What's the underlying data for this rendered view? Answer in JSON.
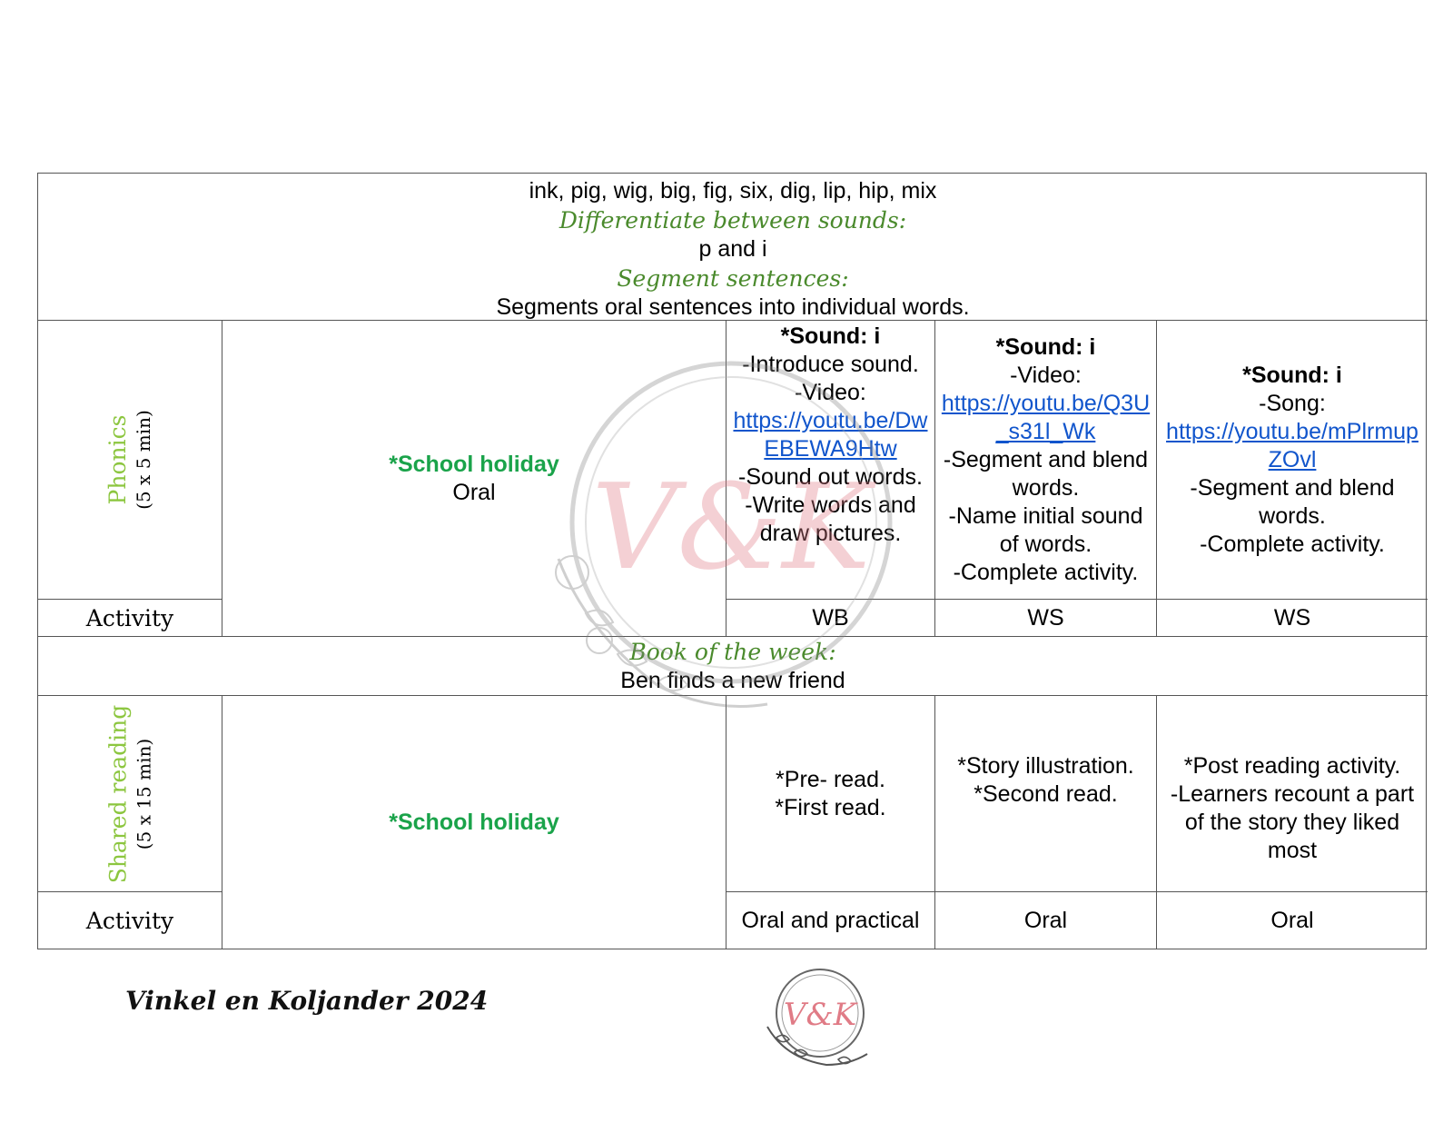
{
  "top_section": {
    "words": "ink, pig, wig, big, fig, six, dig, lip, hip, mix",
    "heading_differentiate": "Differentiate between sounds:",
    "differentiate_value": "p and i",
    "heading_segment": "Segment sentences:",
    "segment_value": "Segments oral sentences into individual words."
  },
  "phonics": {
    "subject": "Phonics",
    "time": "(5 x 5 min)",
    "holiday_label": "*School holiday",
    "holiday_sub": "Oral",
    "day3": {
      "title": "*Sound: i",
      "line1": "-Introduce sound.",
      "line2": "-Video:",
      "link": "https://youtu.be/DwEBEWA9Htw",
      "line3": "-Sound out words.",
      "line4": "-Write words and draw pictures."
    },
    "day4": {
      "title": "*Sound: i",
      "line1": "-Video:",
      "link": "https://youtu.be/Q3U_s31l_Wk",
      "line2": "-Segment and blend words.",
      "line3": "-Name initial sound of words.",
      "line4": "-Complete activity."
    },
    "day5": {
      "title": "*Sound: i",
      "line1": "-Song:",
      "link": "https://youtu.be/mPlrmupZOvl",
      "line2": "-Segment and blend words.",
      "line3": "-Complete activity."
    },
    "activity_label": "Activity",
    "activities": [
      "WB",
      "WS",
      "WS"
    ]
  },
  "book": {
    "heading": "Book of the week:",
    "title": "Ben finds a new friend"
  },
  "shared_reading": {
    "subject": "Shared reading",
    "time": "(5 x 15 min)",
    "holiday_label": "*School holiday",
    "day3": {
      "line1": "*Pre- read.",
      "line2": "*First read."
    },
    "day4": {
      "line1": "*Story illustration.",
      "line2": "*Second read."
    },
    "day5": {
      "line1": "*Post reading activity.",
      "line2": "-Learners recount a part of the story they liked most"
    },
    "activity_label": "Activity",
    "activities": [
      "Oral and practical",
      "Oral",
      "Oral"
    ]
  },
  "footer": {
    "text": "Vinkel en Koljander 2024",
    "logo_text": "V&K"
  },
  "colors": {
    "heading_green": "#4a8a2c",
    "subject_green": "#8cc63f",
    "holiday_green": "#1aa34a",
    "link_blue": "#1155cc",
    "logo_pink": "#e07b86"
  }
}
